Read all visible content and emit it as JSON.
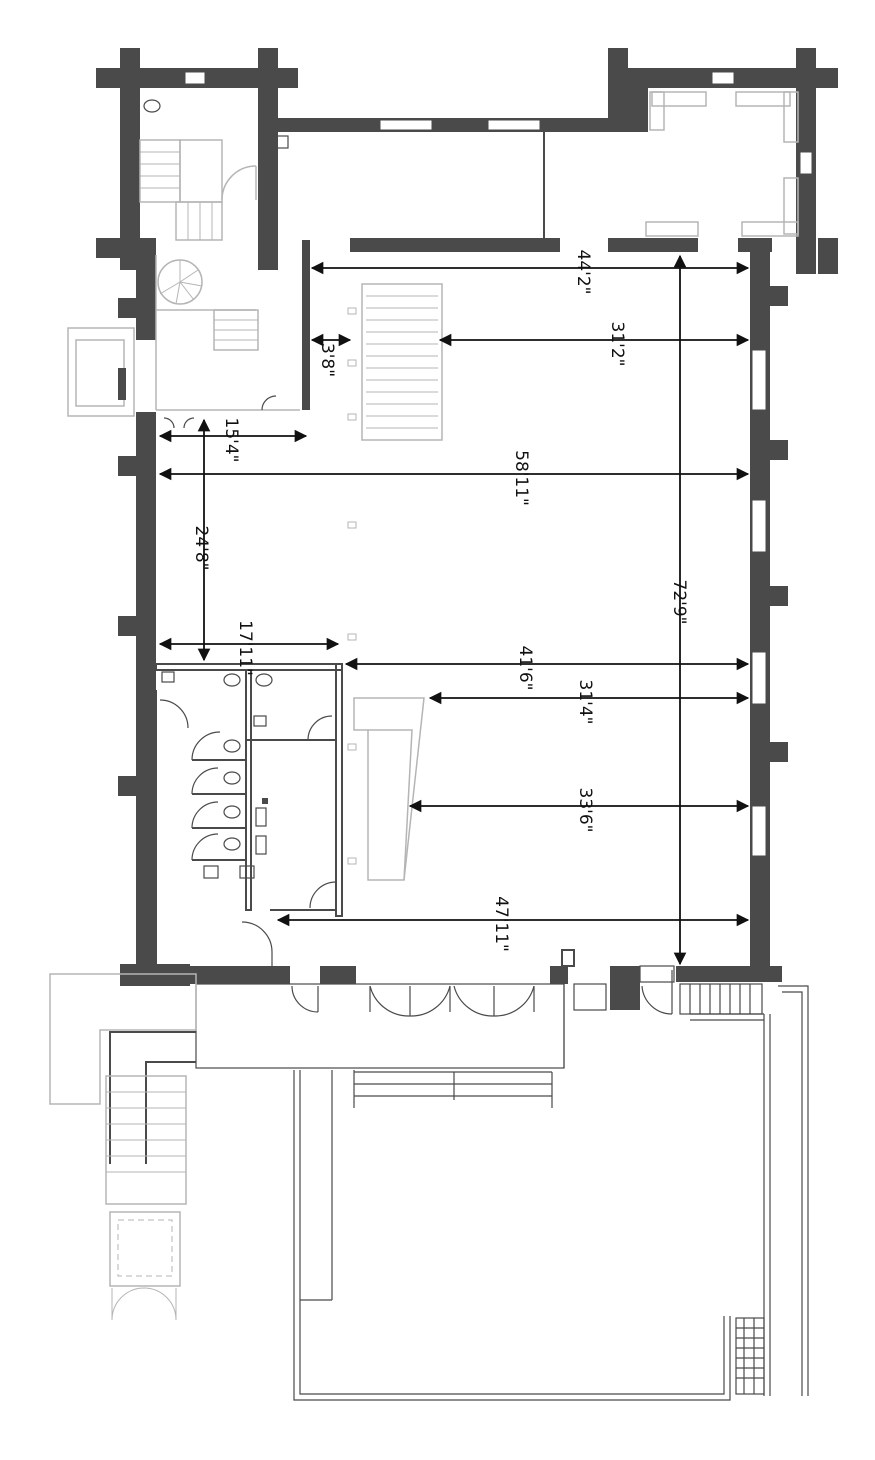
{
  "dimensions": {
    "top_width": "44'2\"",
    "stair_offset": "3'8\"",
    "stair_to_east_wall": "31'2\"",
    "lobby_width": "15'4\"",
    "hall_width": "58'11\"",
    "west_wall_length": "24'8\"",
    "restroom_width": "17'11\"",
    "overall_length": "72'9\"",
    "restroom_to_east_wall": "41'6\"",
    "bar_top_to_east_wall": "31'4\"",
    "bar_bottom_to_east_wall": "33'6\"",
    "south_width": "47'11\""
  },
  "colors": {
    "wall": "#4a4a4a",
    "faded": "#b5b5b5",
    "dimension": "#111111"
  }
}
